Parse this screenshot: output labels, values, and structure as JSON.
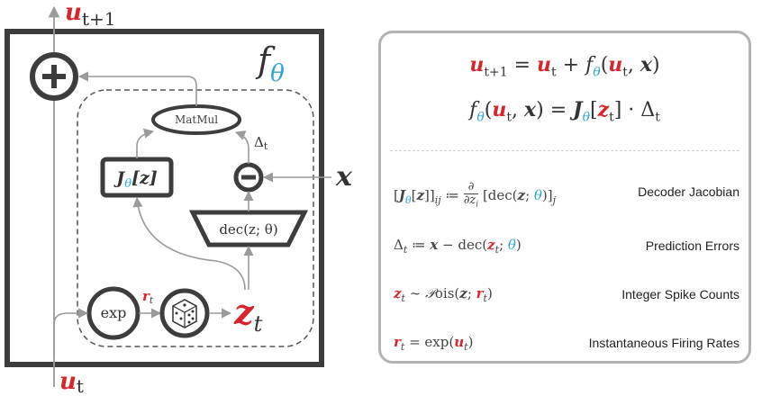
{
  "diagram": {
    "top_output_label": "u",
    "top_output_sub": "t+1",
    "bottom_input_label": "u",
    "bottom_input_sub": "t",
    "f_label": "f",
    "f_sub": "θ",
    "x_label": "x",
    "matmul_label": "MatMul",
    "delta_label": "Δ",
    "delta_sub": "t",
    "jacobian_label": "J",
    "jacobian_sub": "θ",
    "jacobian_arg": "[z]",
    "decoder_label": "dec(z; θ)",
    "exp_label": "exp",
    "rate_label": "r",
    "rate_sub": "t",
    "spike_label": "z",
    "spike_sub": "t",
    "plus_symbol": "+",
    "minus_symbol": "−"
  },
  "equations": {
    "eq1": "u_{t+1} = u_t + f_θ(u_t, x)",
    "eq2": "f_θ(u_t, x) = J_θ[z_t] · Δ_t"
  },
  "definitions": [
    {
      "math": "[J_θ[z]]_ij ≔ ∂/∂z_i [dec(z; θ)]_j",
      "label": "Decoder Jacobian"
    },
    {
      "math": "Δ_t ≔ x − dec(z_t; θ)",
      "label": "Prediction Errors"
    },
    {
      "math": "z_t ∼ Pois(z; r_t)",
      "label": "Integer Spike Counts"
    },
    {
      "math": "r_t = exp(u_t)",
      "label": "Instantaneous Firing Rates"
    }
  ],
  "colors": {
    "accent_red": "#d9242b",
    "accent_blue": "#2aa6d8",
    "box_dark": "#3d3d3d",
    "arrow_gray": "#9a9a9a",
    "panel_border": "#b3b3b3"
  }
}
